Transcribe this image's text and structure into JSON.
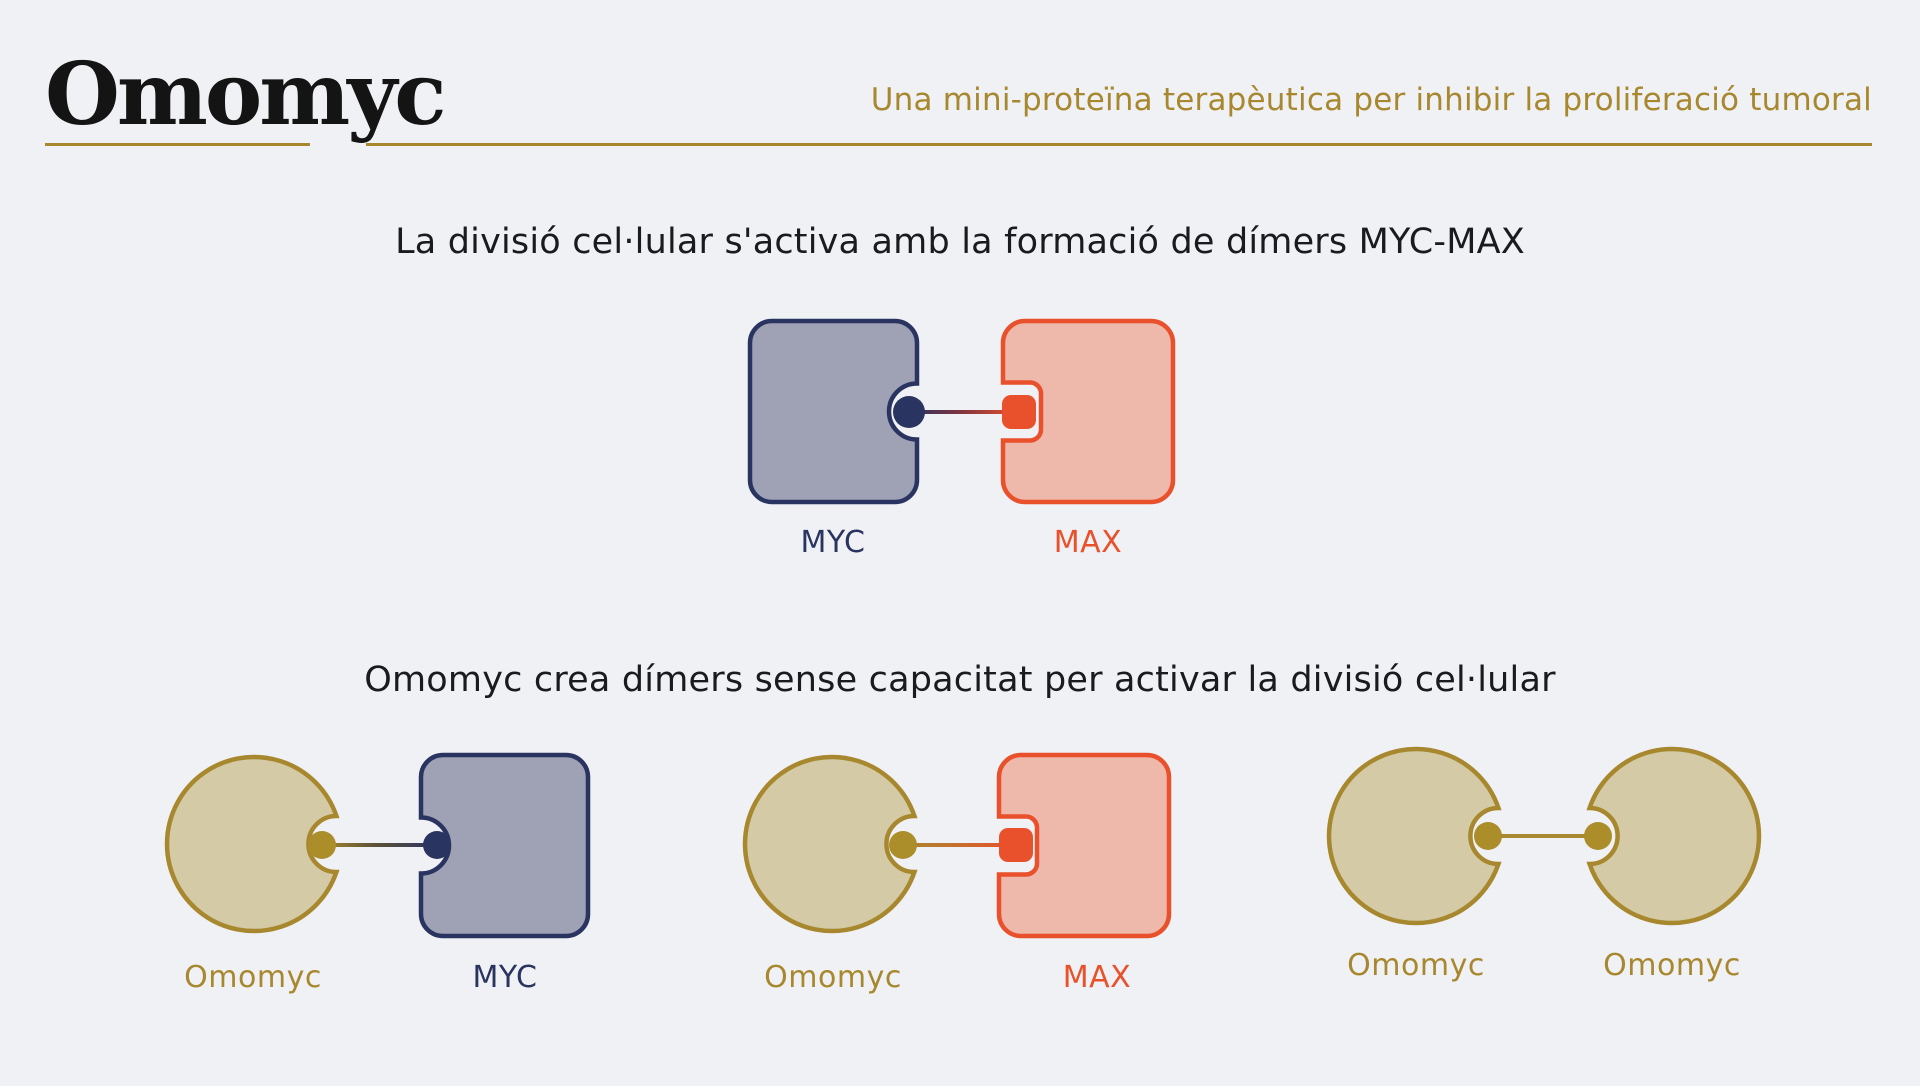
{
  "header": {
    "title": "Omomyc",
    "subtitle": "Una mini-proteïna terapèutica per inhibir la proliferació tumoral"
  },
  "sections": [
    {
      "heading": "La divisió cel·lular s'activa amb la formació de dímers MYC-MAX"
    },
    {
      "heading": "Omomyc crea dímers sense capacitat per activar la divisió cel·lular"
    }
  ],
  "diagrams": [
    {
      "name": "myc-max-dimer",
      "left": "MYC",
      "right": "MAX"
    },
    {
      "name": "omomyc-myc-dimer",
      "left": "Omomyc",
      "right": "MYC"
    },
    {
      "name": "omomyc-max-dimer",
      "left": "Omomyc",
      "right": "MAX"
    },
    {
      "name": "omomyc-omomyc-dimer",
      "left": "Omomyc",
      "right": "Omomyc"
    }
  ],
  "colors": {
    "background": "#f0f1f4",
    "title": "#141414",
    "heading": "#191b1f",
    "gold": "#a8882f",
    "gold-dot": "#ab8d2a",
    "gold-fill": "#d4cba6",
    "navy": "#2a3461",
    "navy-fill": "#9fa2b5",
    "orange": "#e8512b",
    "orange-fill": "#eeb9aa"
  }
}
